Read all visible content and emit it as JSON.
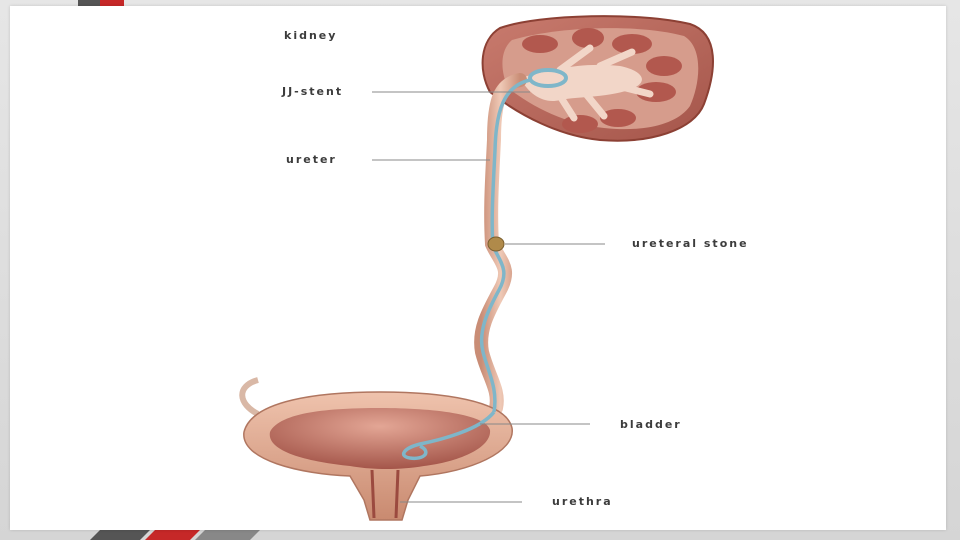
{
  "labels": {
    "kidney": "kidney",
    "jj_stent": "JJ-stent",
    "ureter": "ureter",
    "ureteral_stone": "ureteral stone",
    "bladder": "bladder",
    "urethra": "urethra"
  },
  "colors": {
    "accent_red": "#c62828",
    "accent_dark": "#555555",
    "tissue": "#d9a58e",
    "tissue_dark": "#a8604a",
    "stent": "#7fb6c9",
    "stone": "#b08a4a",
    "leader": "#888888"
  }
}
